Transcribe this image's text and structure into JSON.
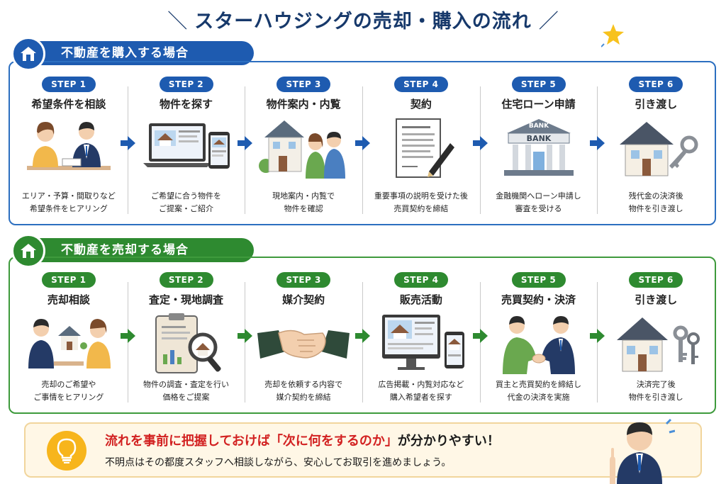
{
  "title": "スターハウジングの売却・購入の流れ",
  "title_deco_left": "＼",
  "title_deco_right": "／",
  "colors": {
    "buy": "#1e5bb0",
    "sell": "#2e8a30",
    "highlight": "#d22121",
    "title": "#17396b"
  },
  "buy": {
    "heading": "不動産を購入する場合",
    "icon": "house-icon",
    "steps": [
      {
        "badge": "STEP 1",
        "title": "希望条件を相談",
        "desc1": "エリア・予算・間取りなど",
        "desc2": "希望条件をヒアリング",
        "illustration": "consultation-icon"
      },
      {
        "badge": "STEP 2",
        "title": "物件を探す",
        "desc1": "ご希望に合う物件を",
        "desc2": "ご提案・ご紹介",
        "illustration": "laptop-phone-icon"
      },
      {
        "badge": "STEP 3",
        "title": "物件案内・内覧",
        "desc1": "現地案内・内覧で",
        "desc2": "物件を確認",
        "illustration": "house-visit-icon"
      },
      {
        "badge": "STEP 4",
        "title": "契約",
        "desc1": "重要事項の説明を受けた後",
        "desc2": "売買契約を締結",
        "illustration": "contract-pen-icon"
      },
      {
        "badge": "STEP 5",
        "title": "住宅ローン申請",
        "desc1": "金融機関へローン申請し",
        "desc2": "審査を受ける",
        "illustration": "bank-icon",
        "bank_sign": "BANK"
      },
      {
        "badge": "STEP 6",
        "title": "引き渡し",
        "desc1": "残代金の決済後",
        "desc2": "物件を引き渡し",
        "illustration": "house-key-icon"
      }
    ]
  },
  "sell": {
    "heading": "不動産を売却する場合",
    "icon": "house-icon",
    "steps": [
      {
        "badge": "STEP 1",
        "title": "売却相談",
        "desc1": "売却のご希望や",
        "desc2": "ご事情をヒアリング",
        "illustration": "consultation-house-icon"
      },
      {
        "badge": "STEP 2",
        "title": "査定・現地調査",
        "desc1": "物件の調査・査定を行い",
        "desc2": "価格をご提案",
        "illustration": "clipboard-magnifier-icon"
      },
      {
        "badge": "STEP 3",
        "title": "媒介契約",
        "desc1": "売却を依頼する内容で",
        "desc2": "媒介契約を締結",
        "illustration": "handshake-icon"
      },
      {
        "badge": "STEP 4",
        "title": "販売活動",
        "desc1": "広告掲載・内覧対応など",
        "desc2": "購入希望者を探す",
        "illustration": "monitor-phone-icon"
      },
      {
        "badge": "STEP 5",
        "title": "売買契約・決済",
        "desc1": "買主と売買契約を締結し",
        "desc2": "代金の決済を実施",
        "illustration": "business-handshake-icon"
      },
      {
        "badge": "STEP 6",
        "title": "引き渡し",
        "desc1": "決済完了後",
        "desc2": "物件を引き渡し",
        "illustration": "house-keys-icon"
      }
    ]
  },
  "tip": {
    "line1_a": "流れを事前に把握しておけば",
    "line1_b": "「次に何をするのか」",
    "line1_c": "が分かりやすい！",
    "line2": "不明点はその都度スタッフへ相談しながら、安心してお取引を進めましょう。",
    "icon": "lightbulb-icon"
  }
}
